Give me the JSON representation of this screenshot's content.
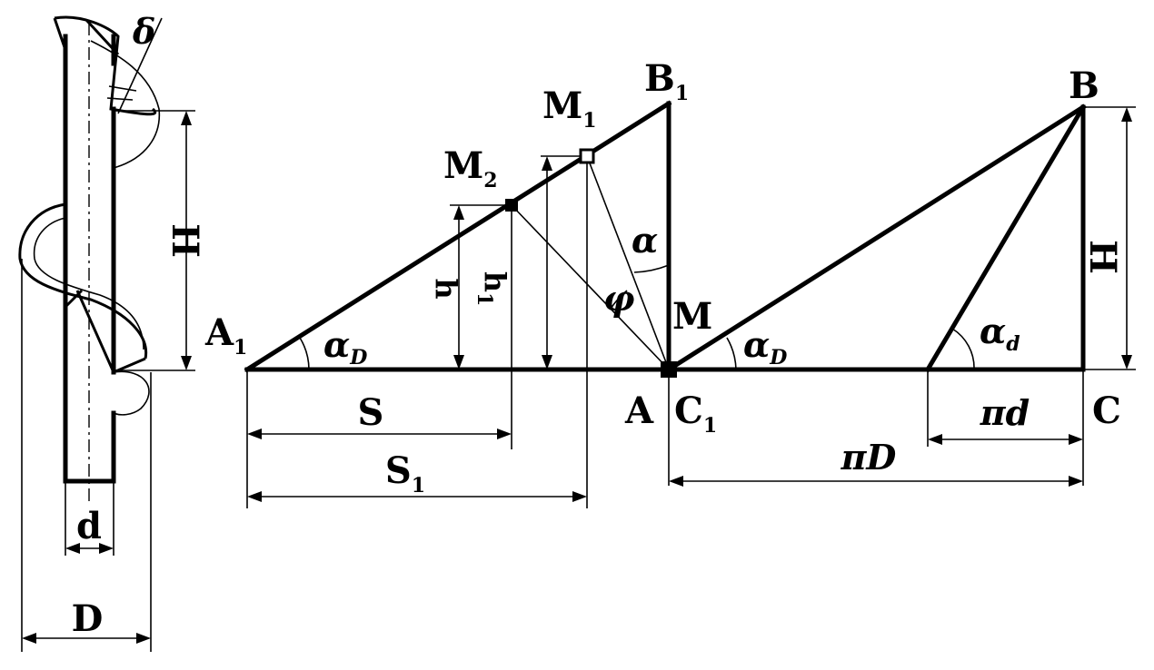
{
  "auger": {
    "delta_label": "δ",
    "H_label": "H",
    "d_label": "d",
    "D_label": "D"
  },
  "left_triangle": {
    "B1": {
      "base": "B",
      "sub": "1"
    },
    "M1": {
      "base": "M",
      "sub": "1"
    },
    "M2": {
      "base": "M",
      "sub": "2"
    },
    "A1": {
      "base": "A",
      "sub": "1"
    },
    "M": "M",
    "A": "A",
    "alpha": "α",
    "phi": "φ",
    "alphaD": {
      "base": "α",
      "sub": "D"
    },
    "h": "h",
    "h1": {
      "base": "h",
      "sub": "1"
    },
    "S": "S",
    "S1": {
      "base": "S",
      "sub": "1"
    }
  },
  "right_triangle": {
    "B": "B",
    "C1": {
      "base": "C",
      "sub": "1"
    },
    "C": "C",
    "H": "H",
    "alphaD": {
      "base": "α",
      "sub": "D"
    },
    "alphad": {
      "base": "α",
      "sub": "d"
    },
    "pi_d": "πd",
    "pi_D": "πD"
  }
}
